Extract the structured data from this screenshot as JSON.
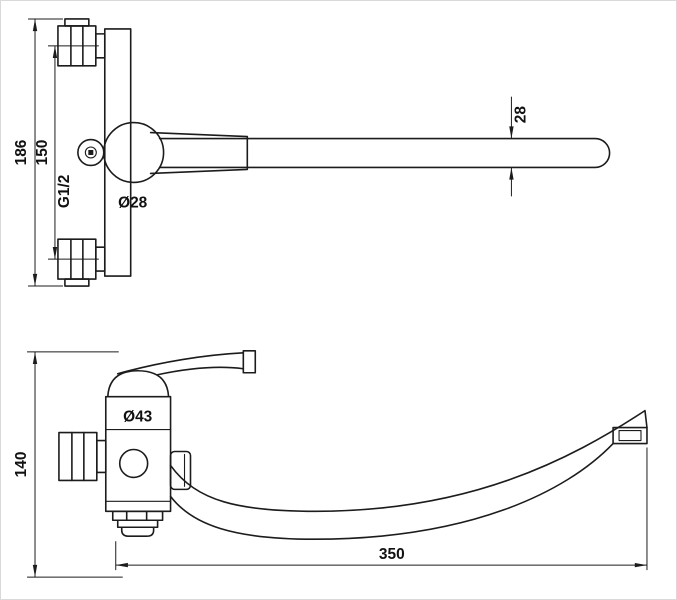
{
  "colors": {
    "line": "#1c1c1c",
    "background": "#ffffff",
    "border": "#d9d9d9"
  },
  "top_view": {
    "dim_overall_height": "186",
    "dim_mounting_centers": "150",
    "thread_label": "G1/2",
    "body_diameter_label": "Ø28",
    "dim_spout_width": "28"
  },
  "front_view": {
    "dim_height": "140",
    "body_diameter_label": "Ø43",
    "dim_spout_reach": "350"
  }
}
